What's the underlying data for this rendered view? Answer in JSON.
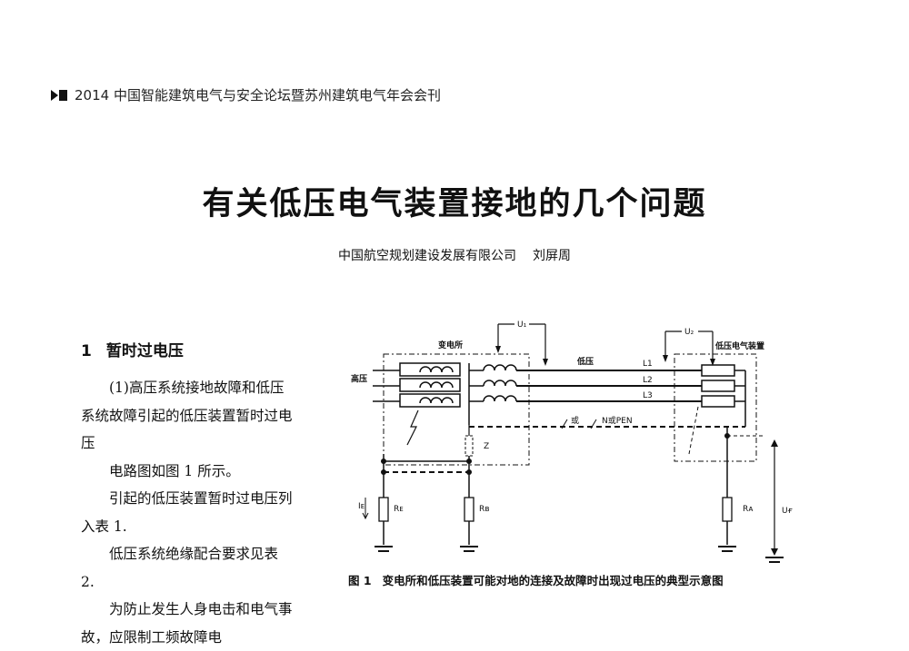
{
  "header": {
    "text": "2014 中国智能建筑电气与安全论坛暨苏州建筑电气年会会刊"
  },
  "paper": {
    "title": "有关低压电气装置接地的几个问题",
    "affiliation": "中国航空规划建设发展有限公司",
    "author": "刘屏周"
  },
  "section": {
    "number": "1",
    "title": "暂时过电压"
  },
  "body": {
    "paragraphs": [
      "(1)高压系统接地故障和低压系统故障引起的低压装置暂时过电压",
      "电路图如图 1 所示。",
      "引起的低压装置暂时过电压列入表 1.",
      "低压系统绝缘配合要求见表 2.",
      "为防止发生人身电击和电气事故，应限制工频故障电"
    ]
  },
  "figure": {
    "labels": {
      "u1": "U₁",
      "u2": "U₂",
      "substation": "变电所",
      "lv_installation": "低压电气装置",
      "hv": "高压",
      "lv": "低压",
      "l1": "L1",
      "l2": "L2",
      "l3": "L3",
      "n_or": "或",
      "n_pen": "N或PEN",
      "z": "Z",
      "ie": "Iᴇ",
      "re": "Rᴇ",
      "rb": "Rʙ",
      "ra": "Rᴀ",
      "uf": "Uғ"
    },
    "caption_number": "图 1",
    "caption_text": "变电所和低压装置可能对地的连接及故障时出现过电压的典型示意图"
  }
}
